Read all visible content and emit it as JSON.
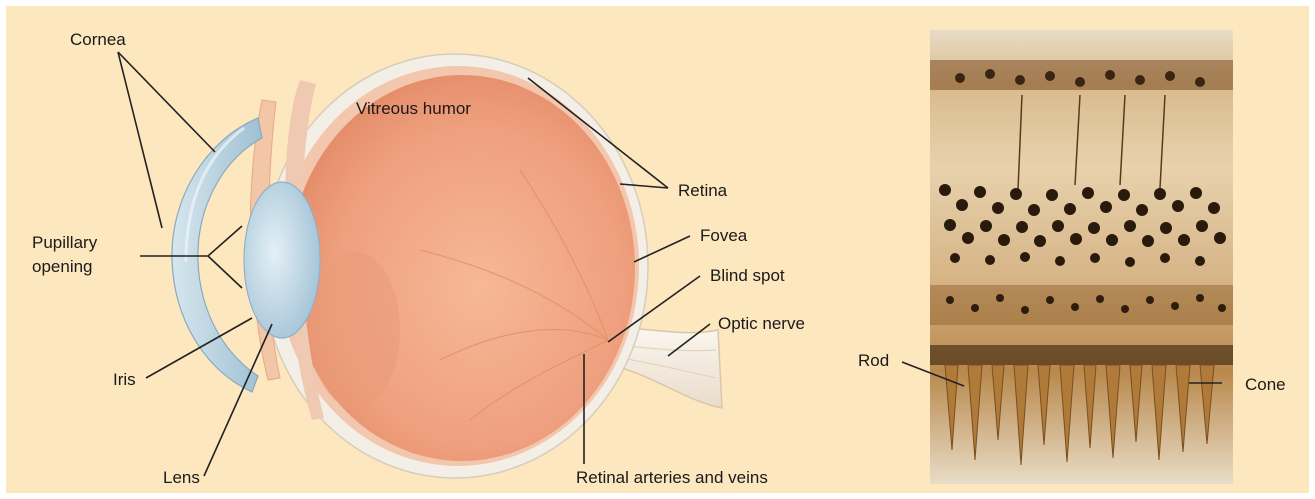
{
  "labels": {
    "cornea": "Cornea",
    "pupillary_line1": "Pupillary",
    "pupillary_line2": "opening",
    "iris": "Iris",
    "lens": "Lens",
    "vitreous_humor": "Vitreous humor",
    "retina": "Retina",
    "fovea": "Fovea",
    "blind_spot": "Blind spot",
    "optic_nerve": "Optic nerve",
    "retinal_vessels": "Retinal arteries and veins",
    "rod": "Rod",
    "cone": "Cone"
  },
  "colors": {
    "background": "#fde7bf",
    "vitreous": "#f0a583",
    "sclera": "#f4efe8",
    "lens": "#bcd6e4",
    "cornea": "#c9dde8",
    "leader_line": "#222222"
  }
}
